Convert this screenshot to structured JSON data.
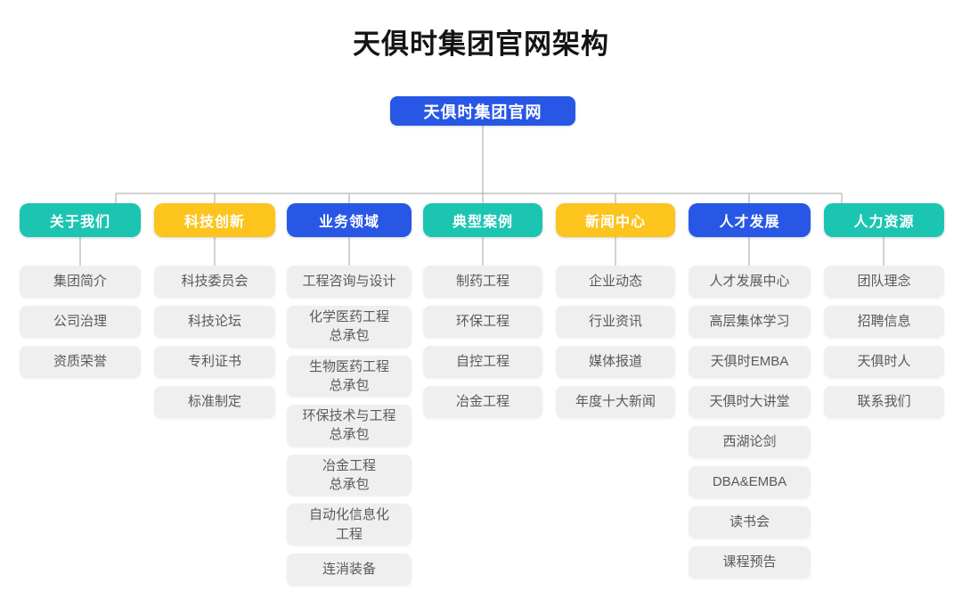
{
  "title": "天俱时集团官网架构",
  "root": {
    "label": "天俱时集团官网"
  },
  "colors": {
    "teal": "#1bc5b2",
    "yellow": "#fcc41d",
    "blue": "#2857e5",
    "child_bg": "#efefef",
    "child_text": "#5a5a5a",
    "line": "#a6a6a6",
    "title_text": "#141414"
  },
  "branches": [
    {
      "label": "关于我们",
      "color": "teal",
      "children": [
        "集团简介",
        "公司治理",
        "资质荣誉"
      ]
    },
    {
      "label": "科技创新",
      "color": "yellow",
      "children": [
        "科技委员会",
        "科技论坛",
        "专利证书",
        "标准制定"
      ]
    },
    {
      "label": "业务领域",
      "color": "blue",
      "children": [
        "工程咨询与设计",
        "化学医药工程\n总承包",
        "生物医药工程\n总承包",
        "环保技术与工程\n总承包",
        "冶金工程\n总承包",
        "自动化信息化\n工程",
        "连消装备"
      ]
    },
    {
      "label": "典型案例",
      "color": "teal",
      "children": [
        "制药工程",
        "环保工程",
        "自控工程",
        "冶金工程"
      ]
    },
    {
      "label": "新闻中心",
      "color": "yellow",
      "children": [
        "企业动态",
        "行业资讯",
        "媒体报道",
        "年度十大新闻"
      ]
    },
    {
      "label": "人才发展",
      "color": "blue",
      "children": [
        "人才发展中心",
        "高层集体学习",
        "天俱时EMBA",
        "天俱时大讲堂",
        "西湖论剑",
        "DBA&EMBA",
        "读书会",
        "课程预告"
      ]
    },
    {
      "label": "人力资源",
      "color": "teal",
      "children": [
        "团队理念",
        "招聘信息",
        "天俱时人",
        "联系我们"
      ]
    }
  ]
}
